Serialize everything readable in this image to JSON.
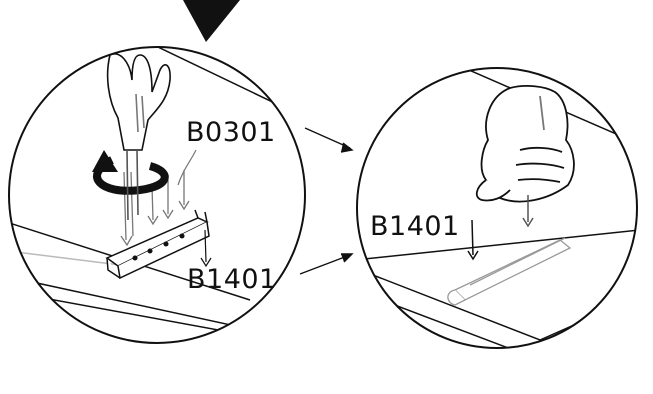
{
  "labels": {
    "screw_code": "B0301",
    "bracket_code_left": "B1401",
    "bracket_code_right": "B1401"
  },
  "icons": [
    "arrow-pointer-icon",
    "rotate-arrow-icon",
    "hand-icon",
    "fist-icon"
  ],
  "colors": {
    "ink": "#111111",
    "background": "#ffffff",
    "sketch_gray": "#9a9a9a"
  }
}
